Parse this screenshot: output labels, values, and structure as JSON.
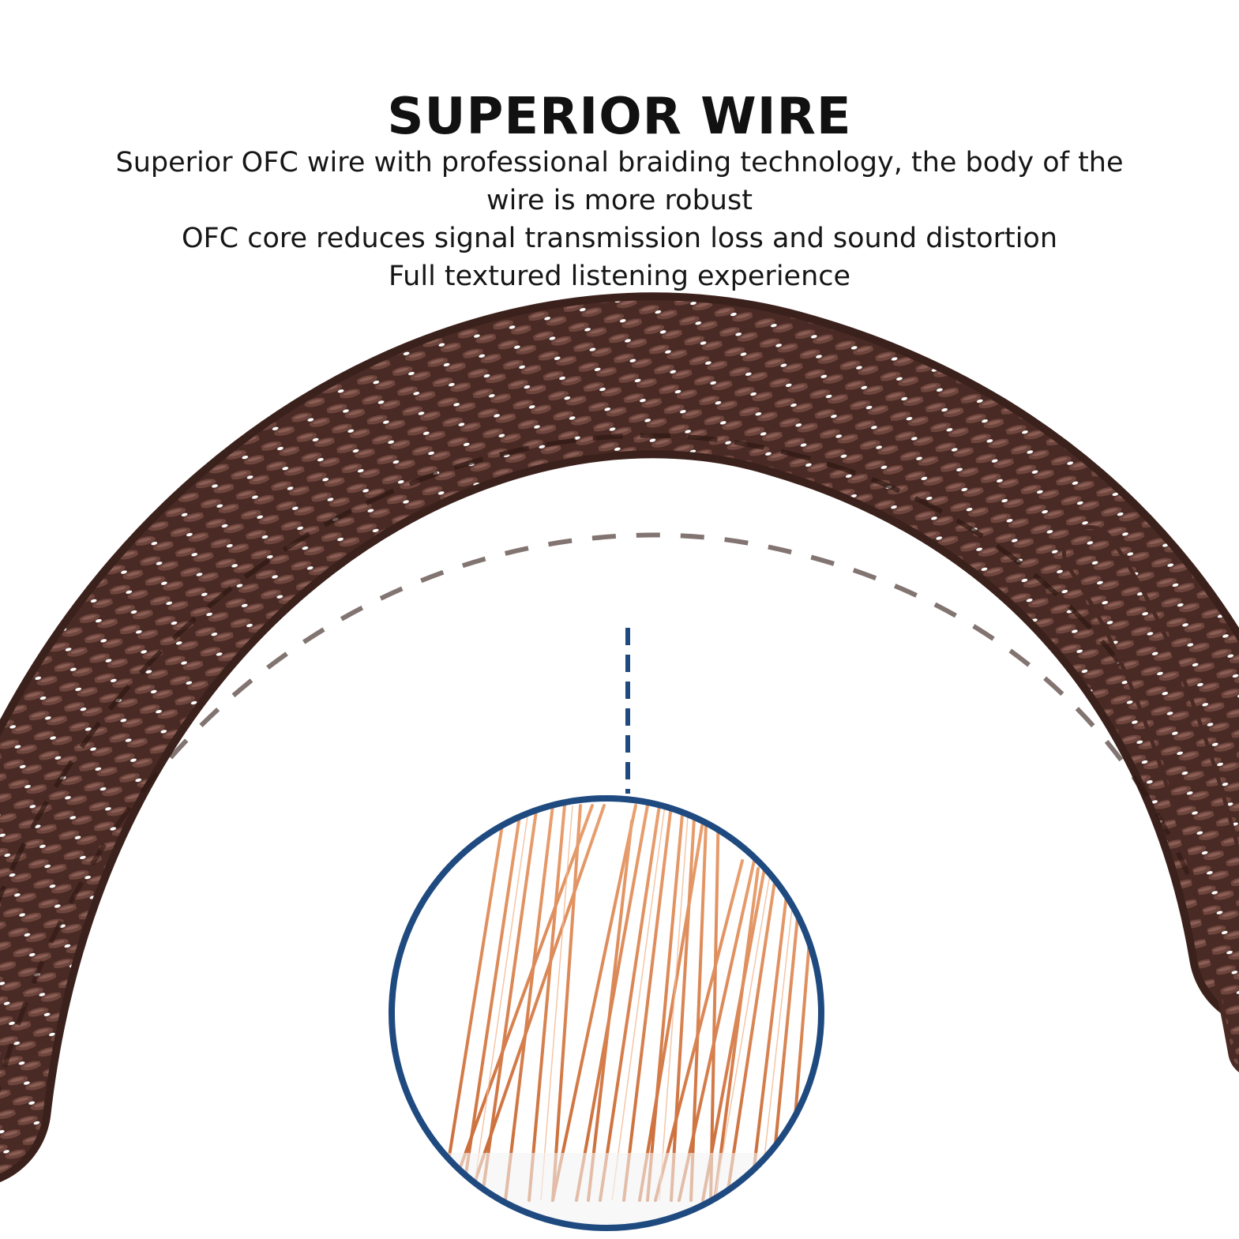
{
  "heading": "SUPERIOR WIRE",
  "lines": [
    "Superior OFC wire with professional braiding technology, the body of the",
    "wire is more robust",
    "OFC core reduces signal transmission loss and sound distortion",
    "Full textured listening experience"
  ],
  "colors": {
    "cable": "#4a2a24",
    "cable_highlight": "#7a5048",
    "copper": "#d9804a",
    "callout_ring": "#1f4a80"
  },
  "icons": [
    "braided-cable-image",
    "copper-strands-magnifier"
  ]
}
